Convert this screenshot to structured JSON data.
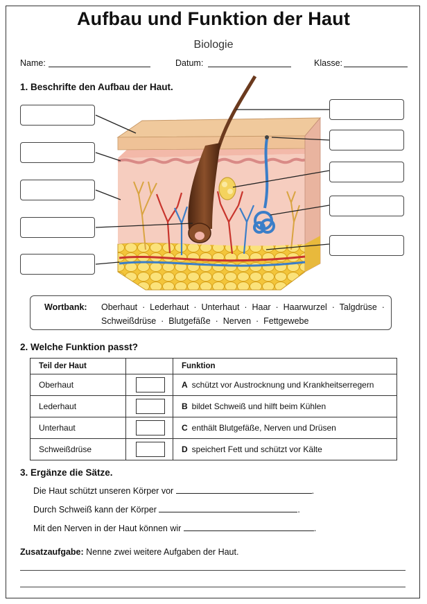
{
  "header": {
    "title": "Aufbau und Funktion der Haut",
    "subtitle": "Biologie",
    "name_label": "Name:",
    "date_label": "Datum:",
    "class_label": "Klasse:"
  },
  "task1": {
    "heading": "1. Beschrifte den Aufbau der Haut.",
    "wordbank_label": "Wortbank:",
    "wordbank_line1": "Oberhaut  ·  Lederhaut  ·  Unterhaut  ·  Haar  ·  Haarwurzel  ·  Talgdrüse  ·",
    "wordbank_line2": "Schweißdrüse  ·  Blutgefäße  ·  Nerven  ·  Fettgewebe"
  },
  "task2": {
    "heading": "2. Welche Funktion passt?",
    "col_part": "Teil der Haut",
    "col_function": "Funktion",
    "rows": [
      {
        "part": "Oberhaut",
        "letter": "A",
        "function": "schützt vor Austrocknung und Krankheitserregern"
      },
      {
        "part": "Lederhaut",
        "letter": "B",
        "function": "bildet Schweiß und hilft beim Kühlen"
      },
      {
        "part": "Unterhaut",
        "letter": "C",
        "function": "enthält Blutgefäße, Nerven und Drüsen"
      },
      {
        "part": "Schweißdrüse",
        "letter": "D",
        "function": "speichert Fett und schützt vor Kälte"
      }
    ]
  },
  "task3": {
    "heading": "3. Ergänze die Sätze.",
    "s1": "Die Haut schützt unseren Körper vor",
    "s2": "Durch Schweiß kann der Körper",
    "s3": "Mit den Nerven in der Haut können wir",
    "end": "."
  },
  "extra": {
    "label": "Zusatzaufgabe:",
    "text": "Nenne zwei weitere Aufgaben der Haut."
  },
  "colors": {
    "epidermis": "#f2cfa6",
    "dermis": "#f4c1b4",
    "fat": "#f6d04a",
    "hair": "#6b3a1e",
    "vessel_red": "#c8352d",
    "vessel_blue": "#3b7ec8",
    "nerve": "#d9a441"
  }
}
